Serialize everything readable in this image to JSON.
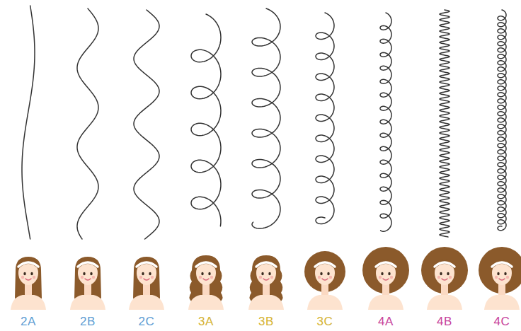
{
  "diagram": {
    "labels": [
      "2A",
      "2B",
      "2C",
      "3A",
      "3B",
      "3C",
      "4A",
      "4B",
      "4C"
    ]
  }
}
